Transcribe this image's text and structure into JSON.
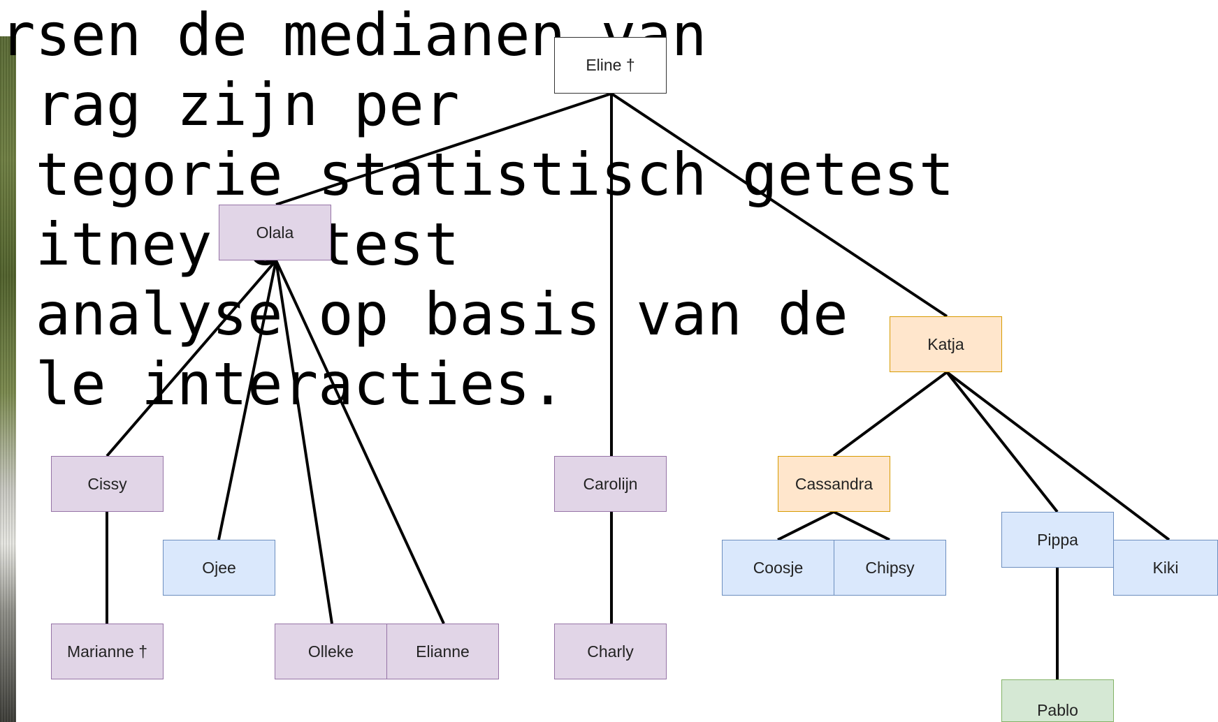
{
  "overlay_text": [
    "rsen de medianen van",
    " rag zijn per",
    " tegorie statistisch getest",
    " itney U test",
    " analyse op basis van de",
    " le interacties."
  ],
  "tree": {
    "eline": "Eline †",
    "olala": "Olala",
    "katja": "Katja",
    "cissy": "Cissy",
    "ojee": "Ojee",
    "olleke": "Olleke",
    "elianne": "Elianne",
    "marianne": "Marianne †",
    "carolijn": "Carolijn",
    "charly": "Charly",
    "cassandra": "Cassandra",
    "coosje": "Coosje",
    "chipsy": "Chipsy",
    "pippa": "Pippa",
    "kiki": "Kiki",
    "pablo": "Pablo"
  },
  "colors": {
    "root": "#ffffff",
    "olala_branch": "#e1d5e7",
    "katja_branch": "#ffe6cc",
    "grandchild": "#dae8fc",
    "great_grandchild": "#d5e8d4"
  }
}
